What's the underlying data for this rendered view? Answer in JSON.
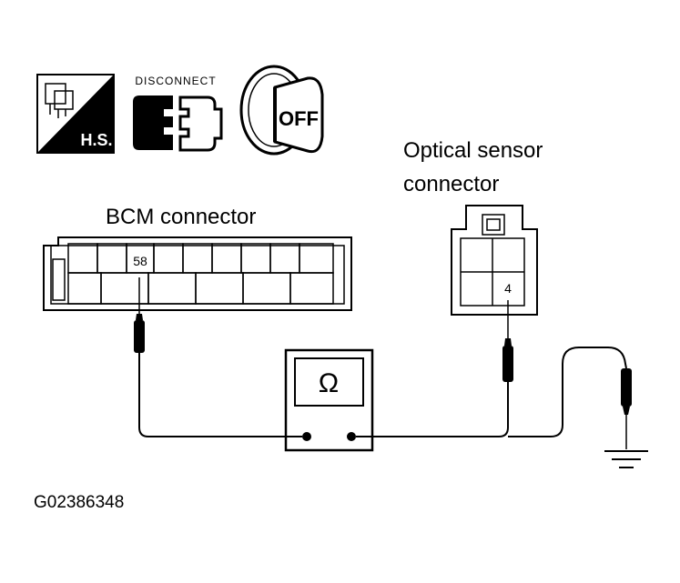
{
  "icons": {
    "hs_label": "H.S.",
    "disconnect_label": "DISCONNECT",
    "ignition_label": "OFF"
  },
  "bcm": {
    "title": "BCM connector",
    "pin": "58"
  },
  "sensor": {
    "title_line1": "Optical sensor",
    "title_line2": "connector",
    "pin": "4"
  },
  "meter": {
    "symbol": "Ω"
  },
  "figure_id": "G02386348"
}
